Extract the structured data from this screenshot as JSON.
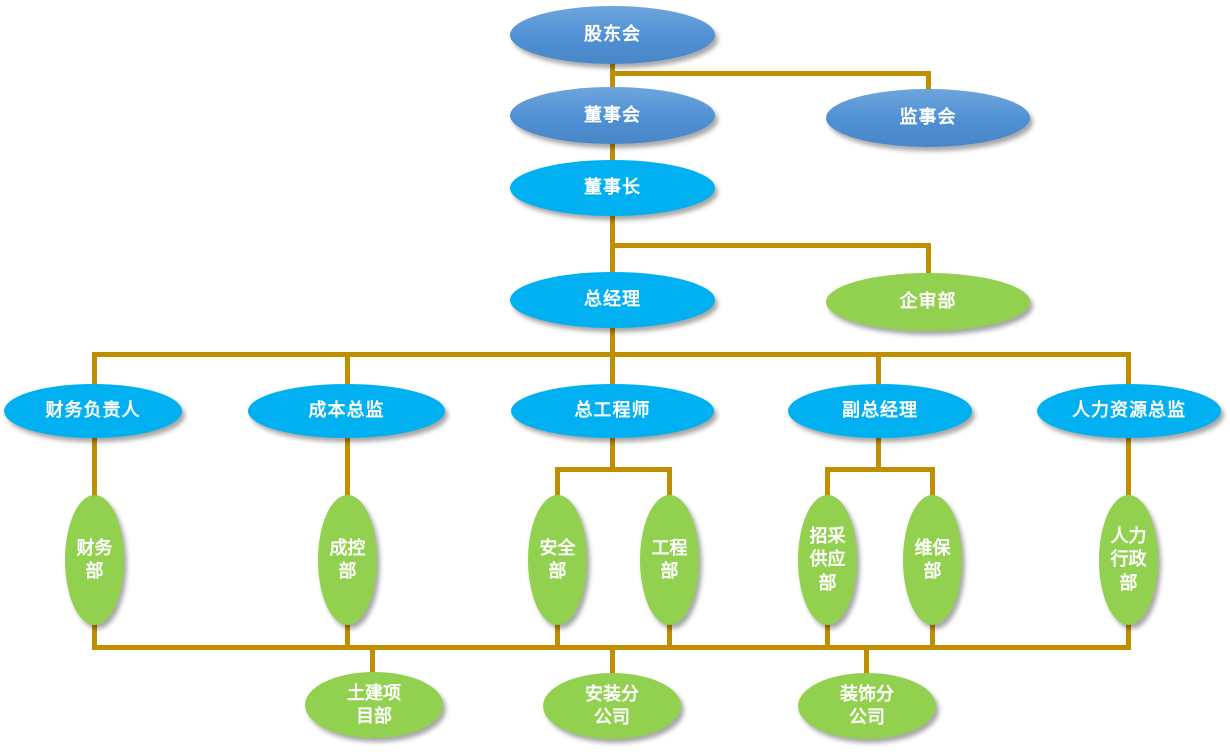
{
  "diagram": {
    "type": "org-chart",
    "colors": {
      "board_level": "#5b9bd5",
      "executive": "#00b0f0",
      "department": "#92d050",
      "connector": "#bf8f00",
      "text": "#ffffff"
    },
    "nodes": {
      "shareholders": "股东会",
      "board": "董事会",
      "supervisors": "监事会",
      "chairman": "董事长",
      "gm": "总经理",
      "audit": "企审部",
      "cfo": "财务负责人",
      "cost_director": "成本总监",
      "chief_engineer": "总工程师",
      "deputy_gm": "副总经理",
      "hr_director": "人力资源总监",
      "finance_dept": [
        "财务",
        "部"
      ],
      "cost_control_dept": [
        "成控",
        "部"
      ],
      "safety_dept": [
        "安全",
        "部"
      ],
      "engineering_dept": [
        "工程",
        "部"
      ],
      "procurement_dept": [
        "招采",
        "供应",
        "部"
      ],
      "maintenance_dept": [
        "维保",
        "部"
      ],
      "hr_admin_dept": [
        "人力",
        "行政",
        "部"
      ],
      "civil_project_dept": [
        "土建项",
        "目部"
      ],
      "installation_company": [
        "安装分",
        "公司"
      ],
      "decoration_company": [
        "装饰分",
        "公司"
      ]
    },
    "edges": [
      [
        "shareholders",
        "board"
      ],
      [
        "shareholders",
        "supervisors"
      ],
      [
        "board",
        "chairman"
      ],
      [
        "chairman",
        "gm"
      ],
      [
        "chairman",
        "audit"
      ],
      [
        "gm",
        "cfo"
      ],
      [
        "gm",
        "cost_director"
      ],
      [
        "gm",
        "chief_engineer"
      ],
      [
        "gm",
        "deputy_gm"
      ],
      [
        "gm",
        "hr_director"
      ],
      [
        "cfo",
        "finance_dept"
      ],
      [
        "cost_director",
        "cost_control_dept"
      ],
      [
        "chief_engineer",
        "safety_dept"
      ],
      [
        "chief_engineer",
        "engineering_dept"
      ],
      [
        "deputy_gm",
        "procurement_dept"
      ],
      [
        "deputy_gm",
        "maintenance_dept"
      ],
      [
        "hr_director",
        "hr_admin_dept"
      ],
      [
        "departments",
        "civil_project_dept"
      ],
      [
        "departments",
        "installation_company"
      ],
      [
        "departments",
        "decoration_company"
      ]
    ]
  }
}
